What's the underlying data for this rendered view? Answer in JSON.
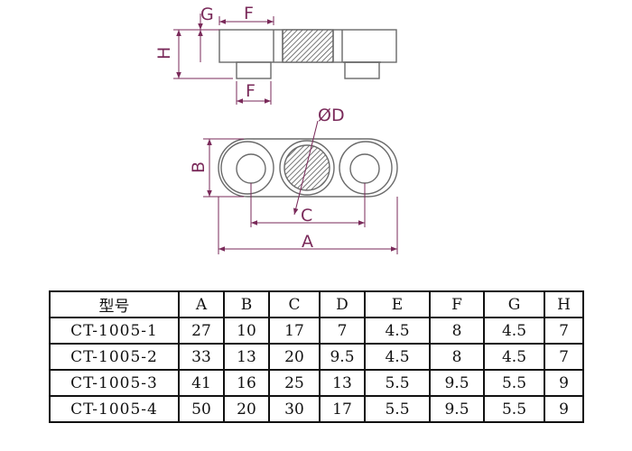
{
  "diagram": {
    "dimension_labels": {
      "G": "G",
      "F_top": "F",
      "H": "H",
      "F_bottom": "F",
      "D": "ØD",
      "B": "B",
      "C": "C",
      "A": "A"
    },
    "colors": {
      "outline": "#6a6a6a",
      "dimension": "#7a2a5a",
      "hatch": "#555555",
      "table_border": "#111111"
    }
  },
  "table": {
    "headers": [
      "型号",
      "A",
      "B",
      "C",
      "D",
      "E",
      "F",
      "G",
      "H"
    ],
    "rows": [
      [
        "CT-1005-1",
        "27",
        "10",
        "17",
        "7",
        "4.5",
        "8",
        "4.5",
        "7"
      ],
      [
        "CT-1005-2",
        "33",
        "13",
        "20",
        "9.5",
        "4.5",
        "8",
        "4.5",
        "7"
      ],
      [
        "CT-1005-3",
        "41",
        "16",
        "25",
        "13",
        "5.5",
        "9.5",
        "5.5",
        "9"
      ],
      [
        "CT-1005-4",
        "50",
        "20",
        "30",
        "17",
        "5.5",
        "9.5",
        "5.5",
        "9"
      ]
    ]
  }
}
